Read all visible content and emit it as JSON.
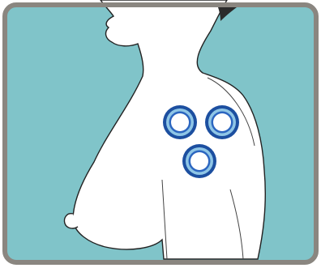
{
  "illustration": {
    "subject": "side-view-female-upper-body",
    "markers": [
      {
        "name": "marker-upper-left",
        "icon": "ring-marker"
      },
      {
        "name": "marker-upper-right",
        "icon": "ring-marker"
      },
      {
        "name": "marker-lower",
        "icon": "ring-marker"
      }
    ]
  },
  "colors": {
    "background": "#80c4c9",
    "frame": "#8a8680",
    "skin": "#ffffff",
    "outline": "#222222",
    "hair": "#2b2b2b",
    "marker_outer": "#1c4fa0",
    "marker_light": "#8fc6e6",
    "marker_mid": "#2c66c0"
  }
}
